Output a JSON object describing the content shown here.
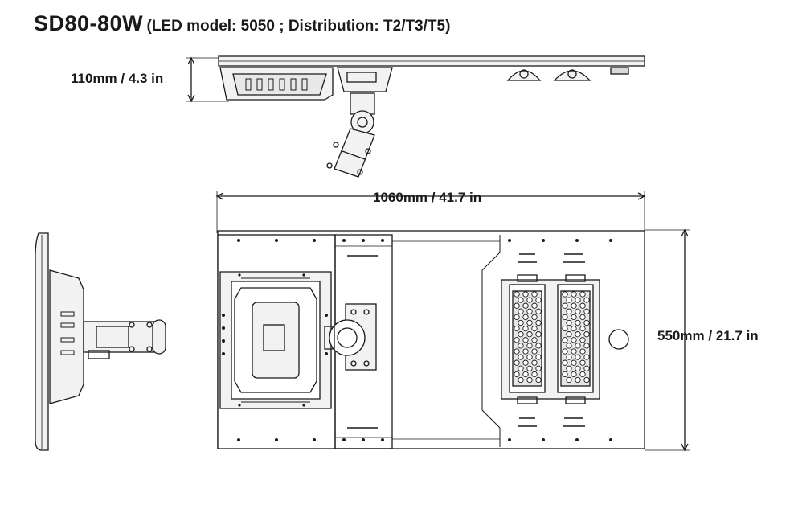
{
  "title": {
    "model": "SD80-80W",
    "spec": "(LED model: 5050 ; Distribution: T2/T3/T5)"
  },
  "dimensions": {
    "height": "110mm / 4.3 in",
    "length": "1060mm / 41.7 in",
    "width": "550mm / 21.7 in"
  },
  "colors": {
    "line": "#1a1a1a",
    "fill_light": "#f2f2f2",
    "fill_mid": "#d9d9d9"
  }
}
